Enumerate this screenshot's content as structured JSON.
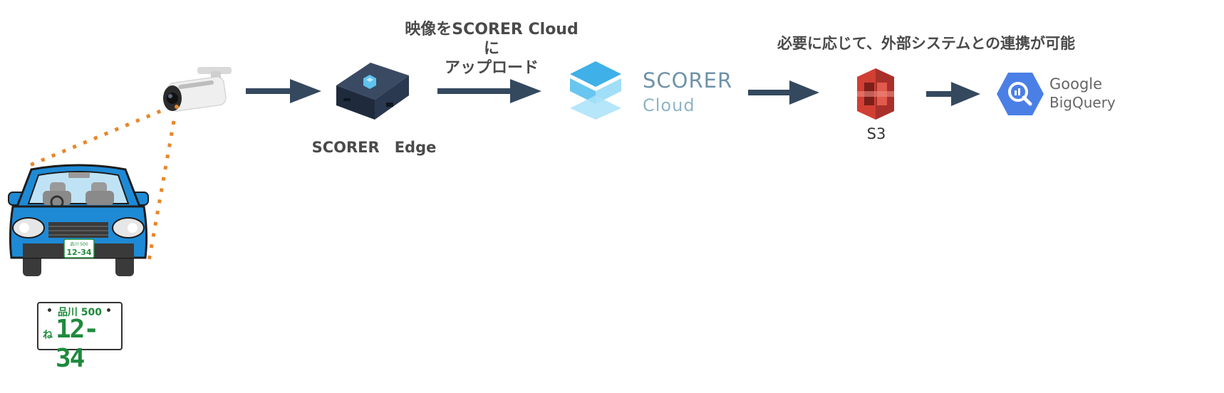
{
  "labels": {
    "upload_line1": "映像をSCORER Cloudに",
    "upload_line2": "アップロード",
    "external_link": "必要に応じて、外部システムとの連携が可能",
    "edge": "SCORER　Edge",
    "s3": "S3"
  },
  "logos": {
    "scorer_word": "SCORER",
    "cloud_word": "Cloud",
    "google_word": "Google",
    "bigquery_word": "BigQuery"
  },
  "plate": {
    "region": "品川 500",
    "kana": "ね",
    "number": "12-34"
  },
  "colors": {
    "arrow": "#34495e",
    "dots": "#e8862a",
    "car_body": "#1e8ad6",
    "plate_green": "#1e8a3c",
    "s3_red": "#d13f33",
    "bigquery_blue": "#4a7fe6",
    "scorer_blue": "#5fb7e8",
    "scorer_text": "#6f93a8"
  },
  "icons": [
    "security-camera-icon",
    "scorer-edge-device-icon",
    "scorer-cloud-logo",
    "aws-s3-icon",
    "google-bigquery-logo",
    "car-icon",
    "license-plate-icon"
  ]
}
